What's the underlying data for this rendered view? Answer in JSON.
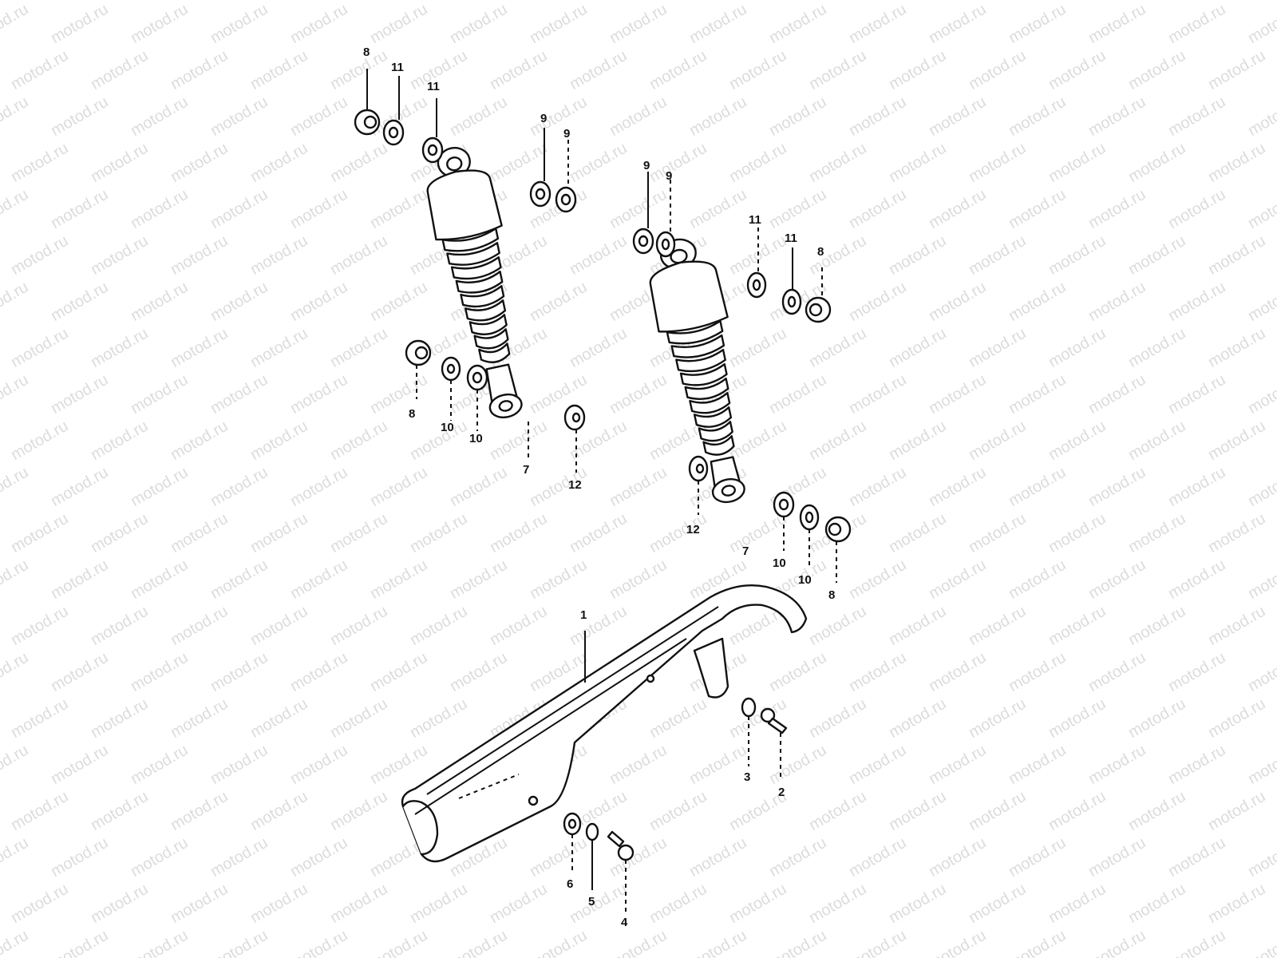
{
  "watermark": "motod.ru",
  "callouts": {
    "c1": "1",
    "c2": "2",
    "c3": "3",
    "c4": "4",
    "c5": "5",
    "c6": "6",
    "c7a": "7",
    "c7b": "7",
    "c8a": "8",
    "c8b": "8",
    "c8c": "8",
    "c8d": "8",
    "c9a": "9",
    "c9b": "9",
    "c9c": "9",
    "c9d": "9",
    "c10a": "10",
    "c10b": "10",
    "c10c": "10",
    "c10d": "10",
    "c11a": "11",
    "c11b": "11",
    "c11c": "11",
    "c11d": "11",
    "c12a": "12",
    "c12b": "12"
  }
}
